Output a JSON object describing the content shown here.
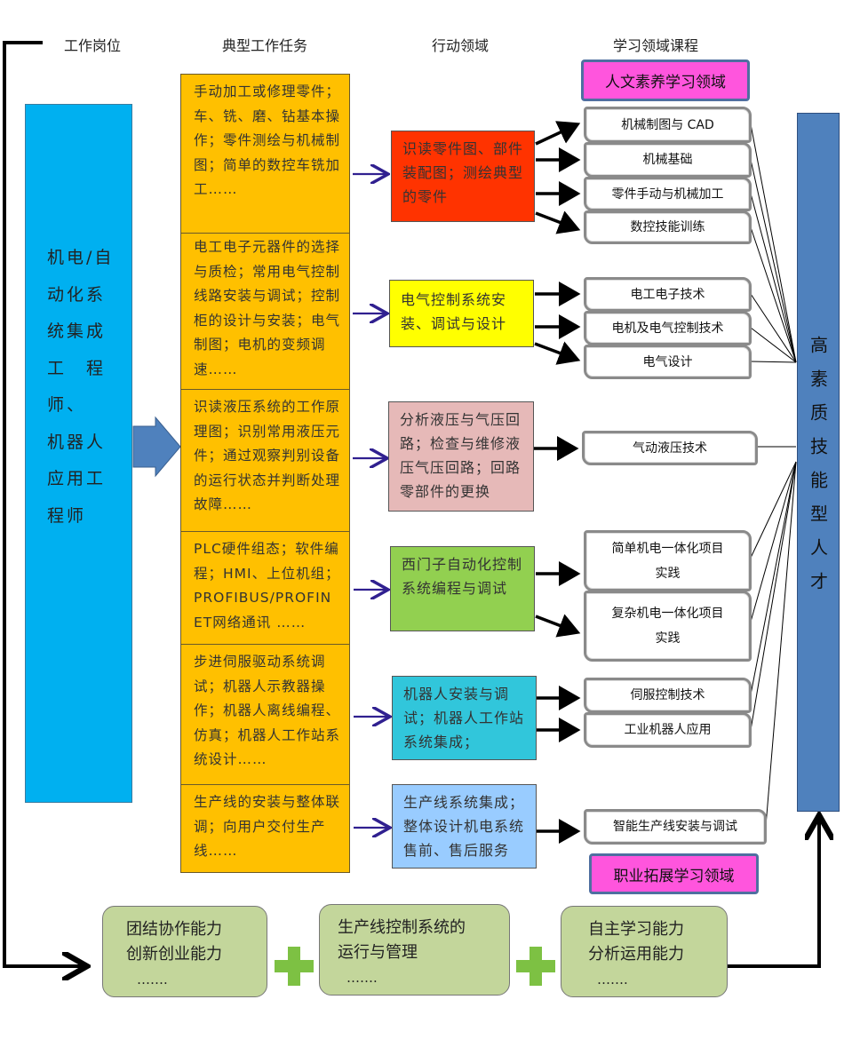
{
  "headers": {
    "position": "工作岗位",
    "tasks": "典型工作任务",
    "action": "行动领域",
    "courses": "学习领域课程"
  },
  "job": {
    "lines": [
      "机电/自",
      "动化系",
      "统集成",
      "工　程",
      "师、",
      "机器人",
      "应用工",
      "程师"
    ]
  },
  "tasks": [
    "手动加工或修理零件；车、铣、磨、钻基本操作；零件测绘与机械制图；简单的数控车铣加工……",
    "电工电子元器件的选择与质检；常用电气控制线路安装与调试；控制柜的设计与安装；电气制图；电机的变频调速……",
    "识读液压系统的工作原理图；识别常用液压元件；通过观察判别设备的运行状态并判断处理故障……",
    "PLC硬件组态；软件编程；HMI、上位机组；PROFIBUS/PROFINET网络通讯 ……",
    "步进伺服驱动系统调试；机器人示教器操作；机器人离线编程、仿真；机器人工作站系统设计……",
    "生产线的安装与整体联调；向用户交付生产线……"
  ],
  "actions": [
    {
      "text": "识读零件图、部件装配图；测绘典型的零件",
      "color": "#FF3300"
    },
    {
      "text": "电气控制系统安装、调试与设计",
      "color": "#FFFF00"
    },
    {
      "text": "分析液压与气压回路；检查与维修液压气压回路；回路零部件的更换",
      "color": "#E6B9B8"
    },
    {
      "text": "西门子自动化控制系统编程与调试",
      "color": "#92D050"
    },
    {
      "text": "机器人安装与调试；机器人工作站系统集成；",
      "color": "#31C6DB"
    },
    {
      "text": "生产线系统集成；整体设计机电系统售前、售后服务",
      "color": "#99CCFF"
    }
  ],
  "areas": {
    "humanities": "人文素养学习领域",
    "career": "职业拓展学习领域"
  },
  "courses": [
    "机械制图与 CAD",
    "机械基础",
    "零件手动与机械加工",
    "数控技能训练",
    "电工电子技术",
    "电机及电气控制技术",
    "电气设计",
    "气动液压技术",
    "简单机电一体化项目实践",
    "复杂机电一体化项目实践",
    "伺服控制技术",
    "工业机器人应用",
    "智能生产线安装与调试"
  ],
  "outcome": "高素质技能型人才",
  "abilities": [
    {
      "l1": "团结协作能力",
      "l2": "创新创业能力",
      "l3": "……."
    },
    {
      "l1": "生产线控制系统的",
      "l2": "运行与管理",
      "l3": "……."
    },
    {
      "l1": "自主学习能力",
      "l2": "分析运用能力",
      "l3": "……."
    }
  ],
  "colors": {
    "job": "#00B0F0",
    "task": "#FFC000",
    "outcome": "#4F81BD",
    "ability": "#C3D69B",
    "plus": "#7DC143"
  }
}
